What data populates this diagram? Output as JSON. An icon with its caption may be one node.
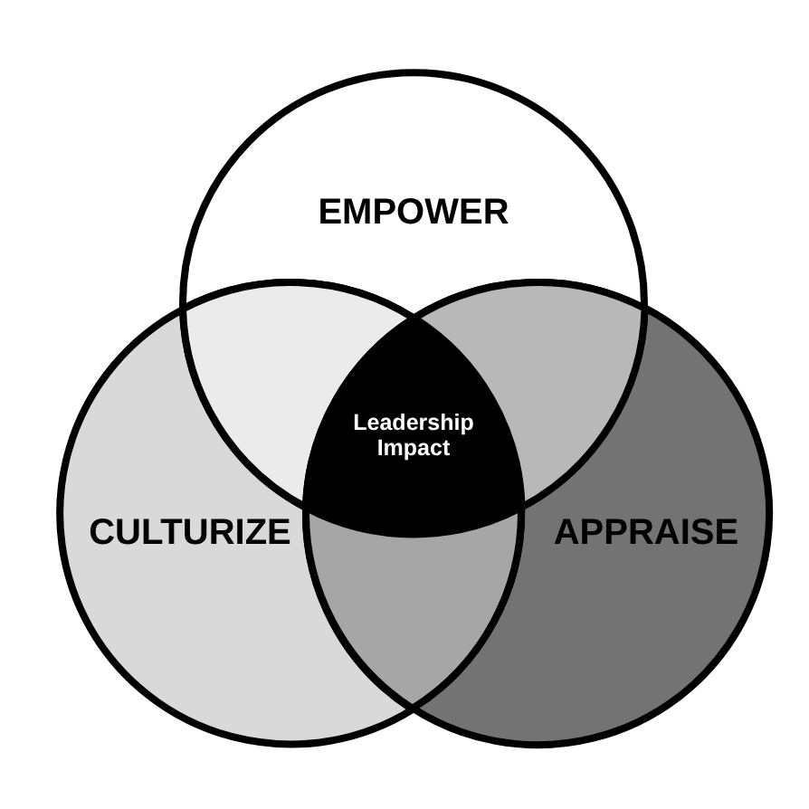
{
  "diagram": {
    "nodes": [
      {
        "text": [
          "EMPOWER"
        ]
      },
      {
        "text": [],
        "shape": "lens"
      },
      {
        "text": [],
        "shape": "lens"
      },
      {
        "text": [
          "Leadership Impact"
        ]
      },
      {
        "text": [
          "CULTURIZE"
        ]
      },
      {
        "text": [
          "APPRAISE"
        ]
      },
      {
        "text": [],
        "shape": "lens"
      }
    ]
  }
}
